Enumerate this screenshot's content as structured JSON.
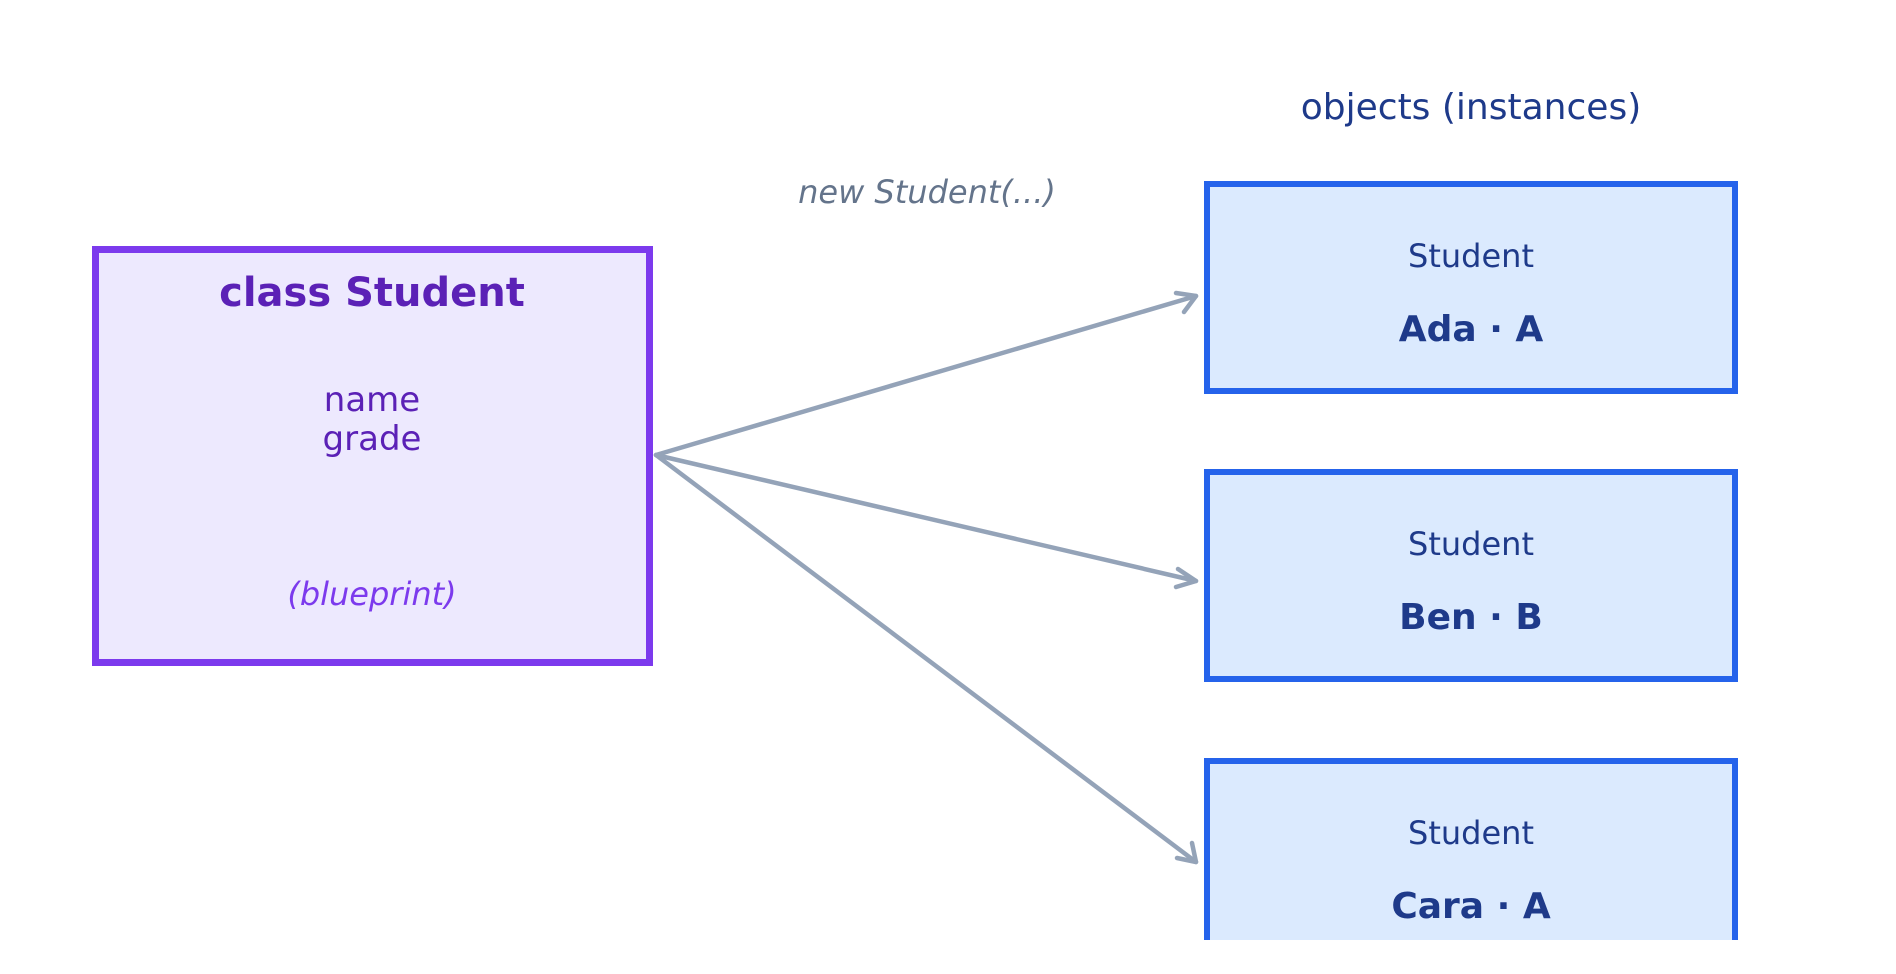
{
  "heading": "objects (instances)",
  "constructor_label": "new Student(...)",
  "class_box": {
    "title": "class Student",
    "fields": [
      "name",
      "grade"
    ],
    "note": "(blueprint)"
  },
  "objects": [
    {
      "class_name": "Student",
      "value": "Ada · A"
    },
    {
      "class_name": "Student",
      "value": "Ben · B"
    },
    {
      "class_name": "Student",
      "value": "Cara · A"
    }
  ],
  "colors": {
    "class_fill": "#ede9fe",
    "class_border": "#7c3aed",
    "object_fill": "#dbeafe",
    "object_border": "#2563eb",
    "arrow": "#94a3b8",
    "text_dark_blue": "#1e3a8a",
    "text_purple": "#5b21b6"
  }
}
